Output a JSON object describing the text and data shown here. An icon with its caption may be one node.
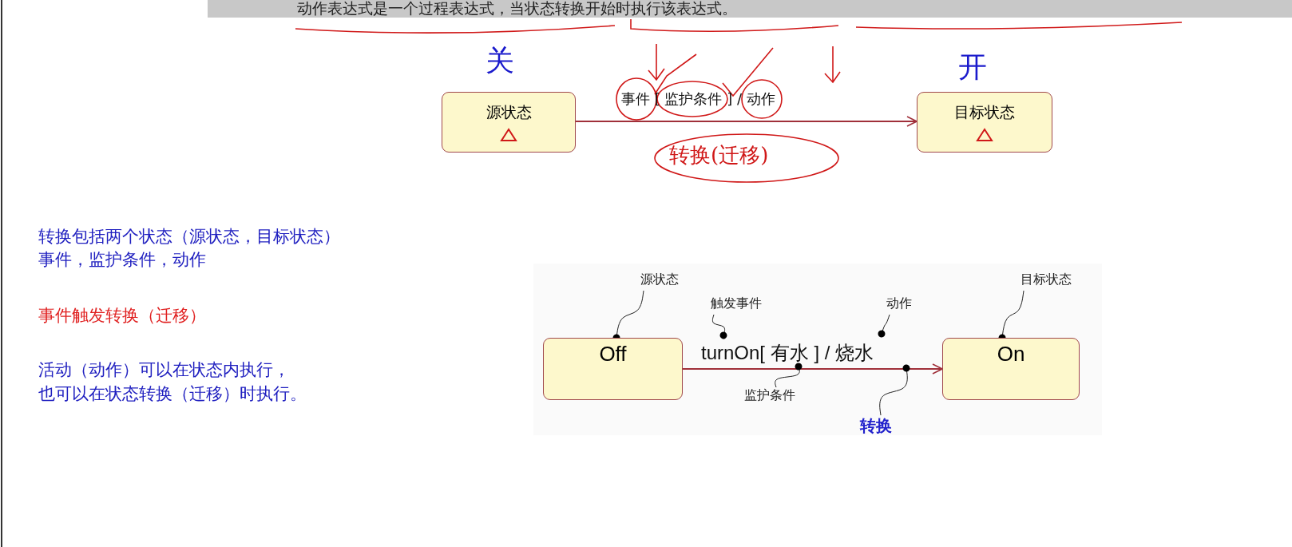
{
  "diagram": {
    "nodes": [
      {
        "text": [
          "源状态"
        ],
        "beside": [
          "关"
        ]
      },
      {
        "text": [
          "目标状态"
        ],
        "beside": [
          "开"
        ]
      },
      {
        "text": [
          "源状态"
        ]
      },
      {
        "text": [
          "目标状态"
        ]
      },
      {
        "text": [
          "触发事件"
        ]
      },
      {
        "text": [
          "动作"
        ]
      },
      {
        "text": [
          "Off"
        ]
      },
      {
        "text": [
          "On"
        ]
      },
      {
        "text": [
          "监护条件"
        ]
      },
      {
        "text": [
          "转换"
        ]
      }
    ],
    "edges": [
      {
        "from": 0,
        "to": 1,
        "arrow": "to",
        "label": "事件 [ 监护条件 ] / 动作",
        "color": "#a0303a"
      },
      {
        "from": 6,
        "to": 7,
        "arrow": "to",
        "label": "turnOn[ 有水 ] / 烧水",
        "color": "#a0303a"
      },
      {
        "from": 2,
        "to": 6,
        "arrow": "other"
      },
      {
        "from": 3,
        "to": 7,
        "arrow": "other"
      },
      {
        "from": 4,
        "to": null,
        "arrow": "other"
      },
      {
        "from": 5,
        "to": null,
        "arrow": "other"
      },
      {
        "from": 8,
        "to": null,
        "arrow": "other"
      },
      {
        "from": 9,
        "to": null,
        "arrow": "other"
      }
    ],
    "labels": [
      "动作表达式是一个过程表达式，当状态转换开始时执行该表达式。",
      "转换(迁移)",
      "转换包括两个状态（源状态，目标状态）",
      "事件，监护条件，动作",
      "事件触发转换（迁移）",
      "活动（动作）可以在状态内执行，",
      "也可以在状态转换（迁移）时执行。"
    ]
  }
}
